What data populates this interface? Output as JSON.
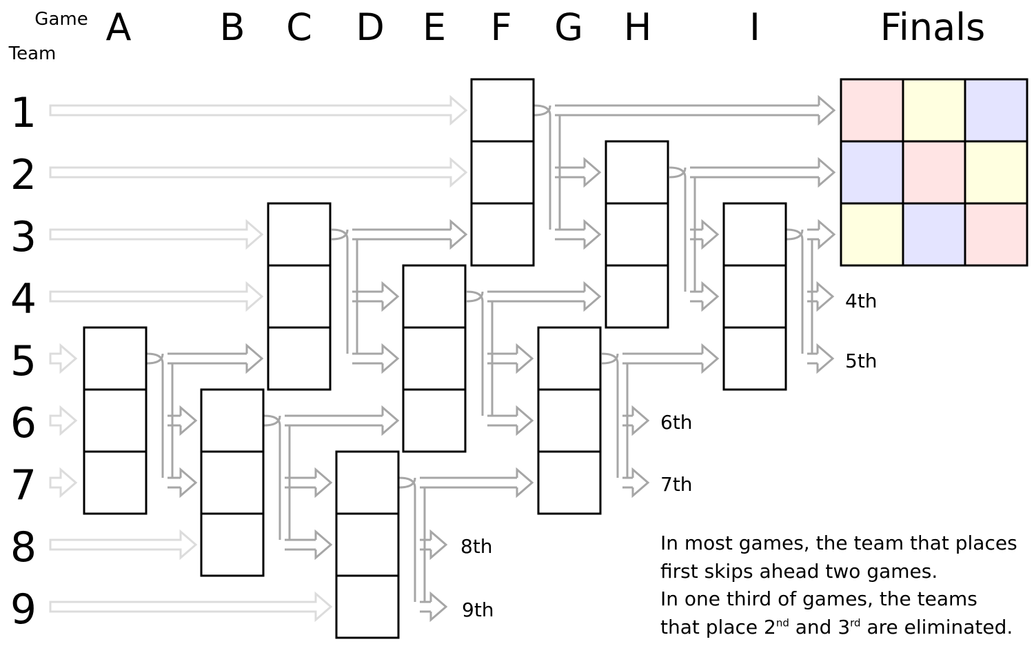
{
  "header": {
    "game_label": "Game",
    "team_label": "Team"
  },
  "games": [
    {
      "id": "A",
      "label": "A"
    },
    {
      "id": "B",
      "label": "B"
    },
    {
      "id": "C",
      "label": "C"
    },
    {
      "id": "D",
      "label": "D"
    },
    {
      "id": "E",
      "label": "E"
    },
    {
      "id": "F",
      "label": "F"
    },
    {
      "id": "G",
      "label": "G"
    },
    {
      "id": "H",
      "label": "H"
    },
    {
      "id": "I",
      "label": "I"
    },
    {
      "id": "finals",
      "label": "Finals"
    }
  ],
  "teams": [
    "1",
    "2",
    "3",
    "4",
    "5",
    "6",
    "7",
    "8",
    "9"
  ],
  "placements": [
    {
      "id": "4th",
      "label": "4th"
    },
    {
      "id": "5th",
      "label": "5th"
    },
    {
      "id": "6th",
      "label": "6th"
    },
    {
      "id": "7th",
      "label": "7th"
    },
    {
      "id": "8th",
      "label": "8th"
    },
    {
      "id": "9th",
      "label": "9th"
    }
  ],
  "finals_colors": [
    [
      "#ffe4e4",
      "#ffffe0",
      "#e4e4ff"
    ],
    [
      "#e4e4ff",
      "#ffe4e4",
      "#ffffe0"
    ],
    [
      "#ffffe0",
      "#e4e4ff",
      "#ffe4e4"
    ]
  ],
  "colors": {
    "entry_arrow": "#dcdcdc",
    "flow_arrow": "#a6a6a6",
    "box_stroke": "#000000"
  },
  "note": {
    "line1": "In most games, the team that places",
    "line2": "first skips ahead two games.",
    "line3": "In one third of games, the teams",
    "line4a": "that place 2",
    "line4_sup1": "nd",
    "line4b": " and 3",
    "line4_sup2": "rd",
    "line4c": " are eliminated."
  }
}
